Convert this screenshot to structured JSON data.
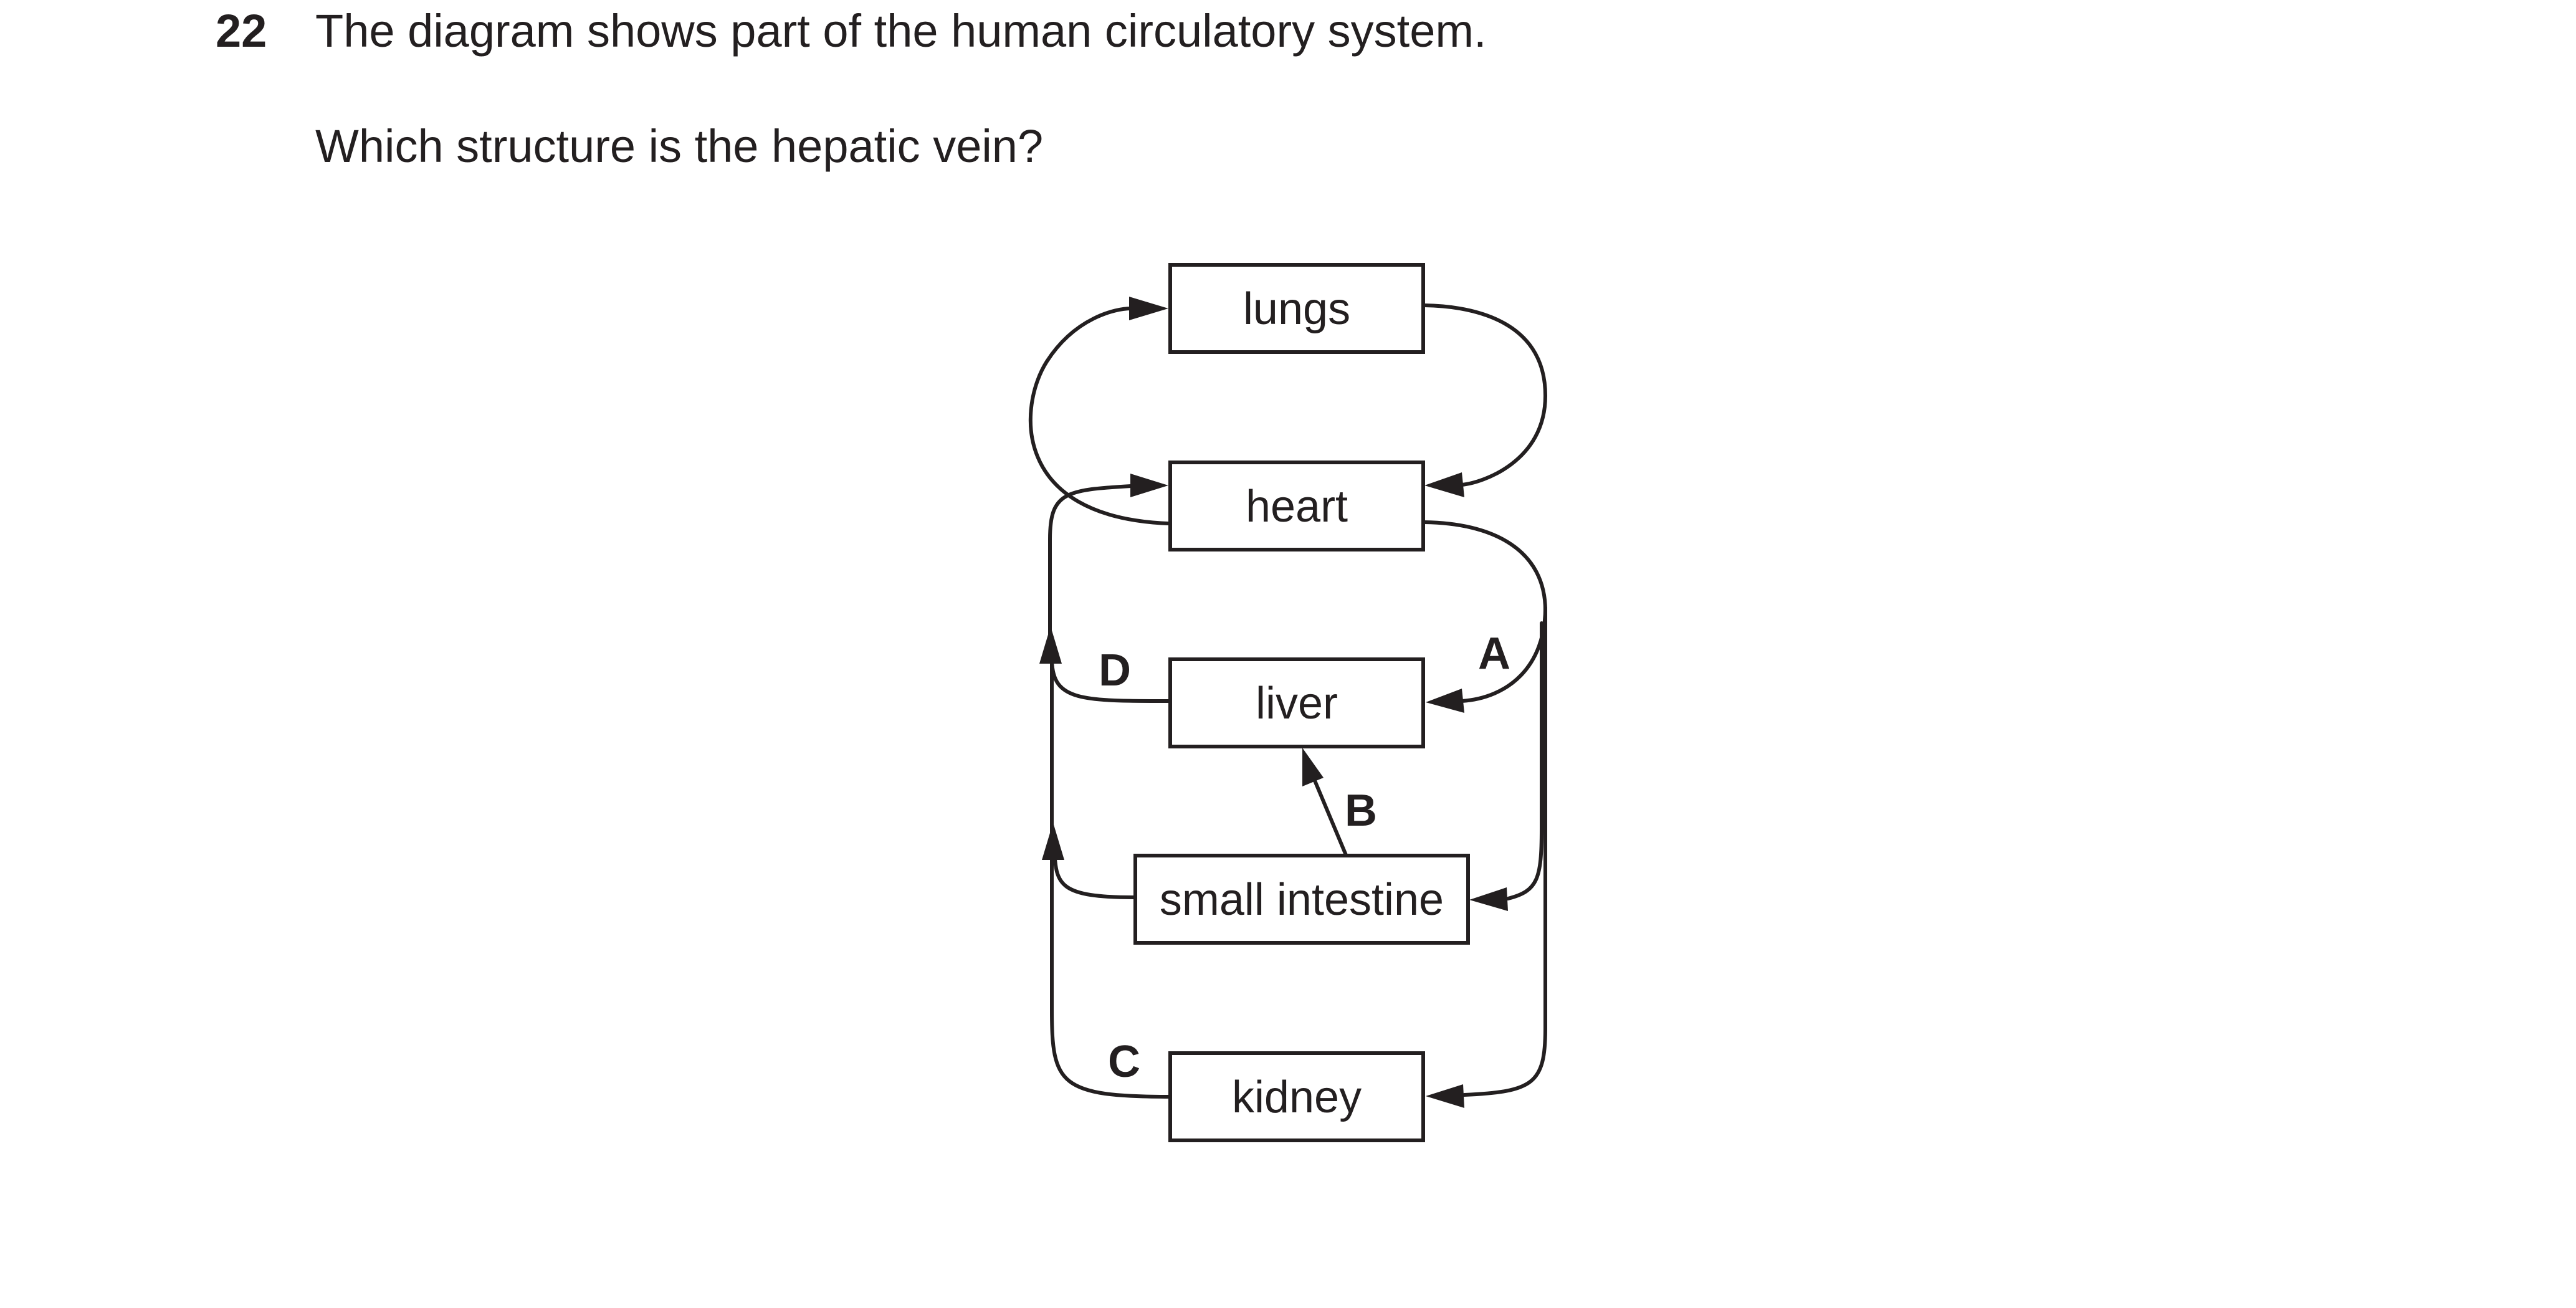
{
  "question": {
    "number": "22",
    "stem": "The diagram shows part of the human circulatory system.",
    "prompt": "Which structure is the hepatic vein?"
  },
  "diagram": {
    "organs": {
      "lungs": "lungs",
      "heart": "heart",
      "liver": "liver",
      "small_intestine": "small intestine",
      "kidney": "kidney"
    },
    "labels": {
      "a": "A",
      "b": "B",
      "c": "C",
      "d": "D"
    }
  },
  "colors": {
    "ink": "#231f20",
    "background": "#ffffff"
  }
}
